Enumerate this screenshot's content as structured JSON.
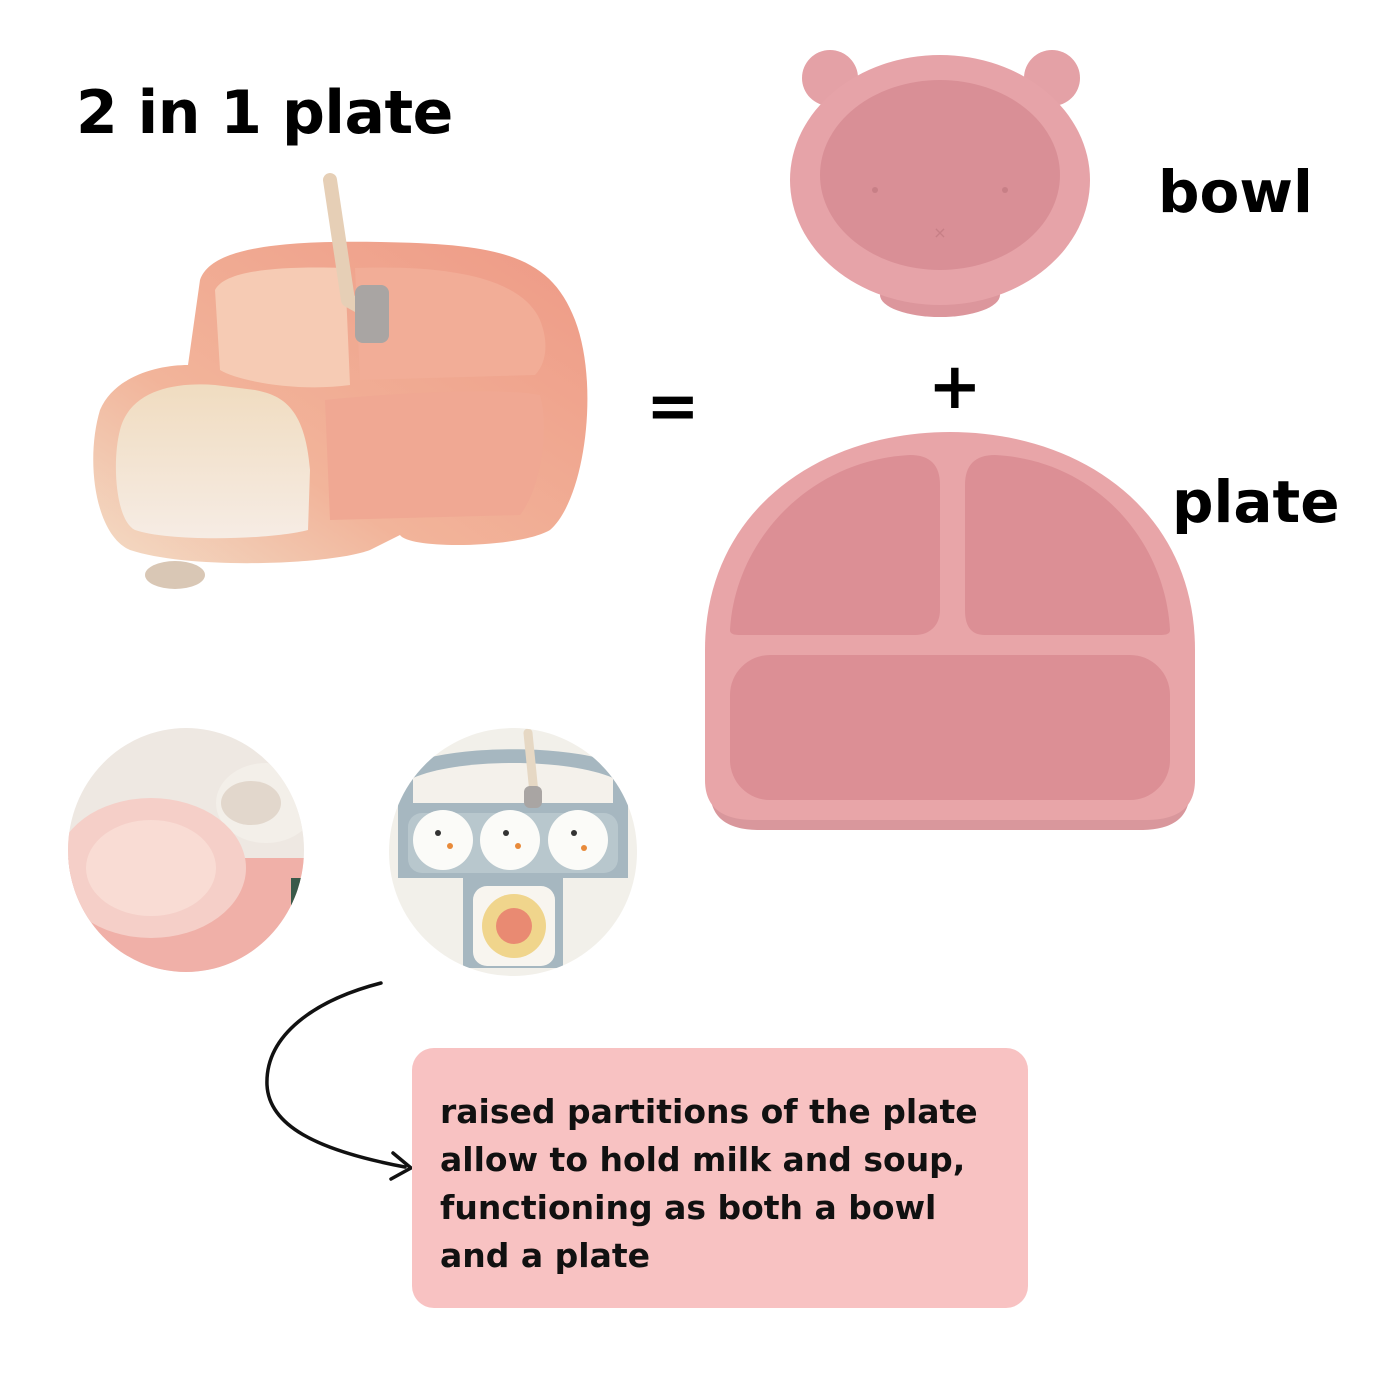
{
  "title": "2 in 1 plate",
  "labels": {
    "bowl": "bowl",
    "plate": "plate",
    "equals": "=",
    "plus": "+"
  },
  "callout": {
    "lines": [
      "raised partitions of the plate",
      "allow to hold milk and soup,",
      "functioning as both a bowl",
      "and a plate"
    ]
  },
  "colors": {
    "coral": "#ef9e8c",
    "cream": "#f4dcc4",
    "dusty_pink": "#e8a5a8",
    "bowl_pink": "#e4a1a6",
    "callout_bg": "#f8c2c2",
    "straw_beige": "#e6cfb6",
    "clip_gray": "#a9a5a3"
  }
}
